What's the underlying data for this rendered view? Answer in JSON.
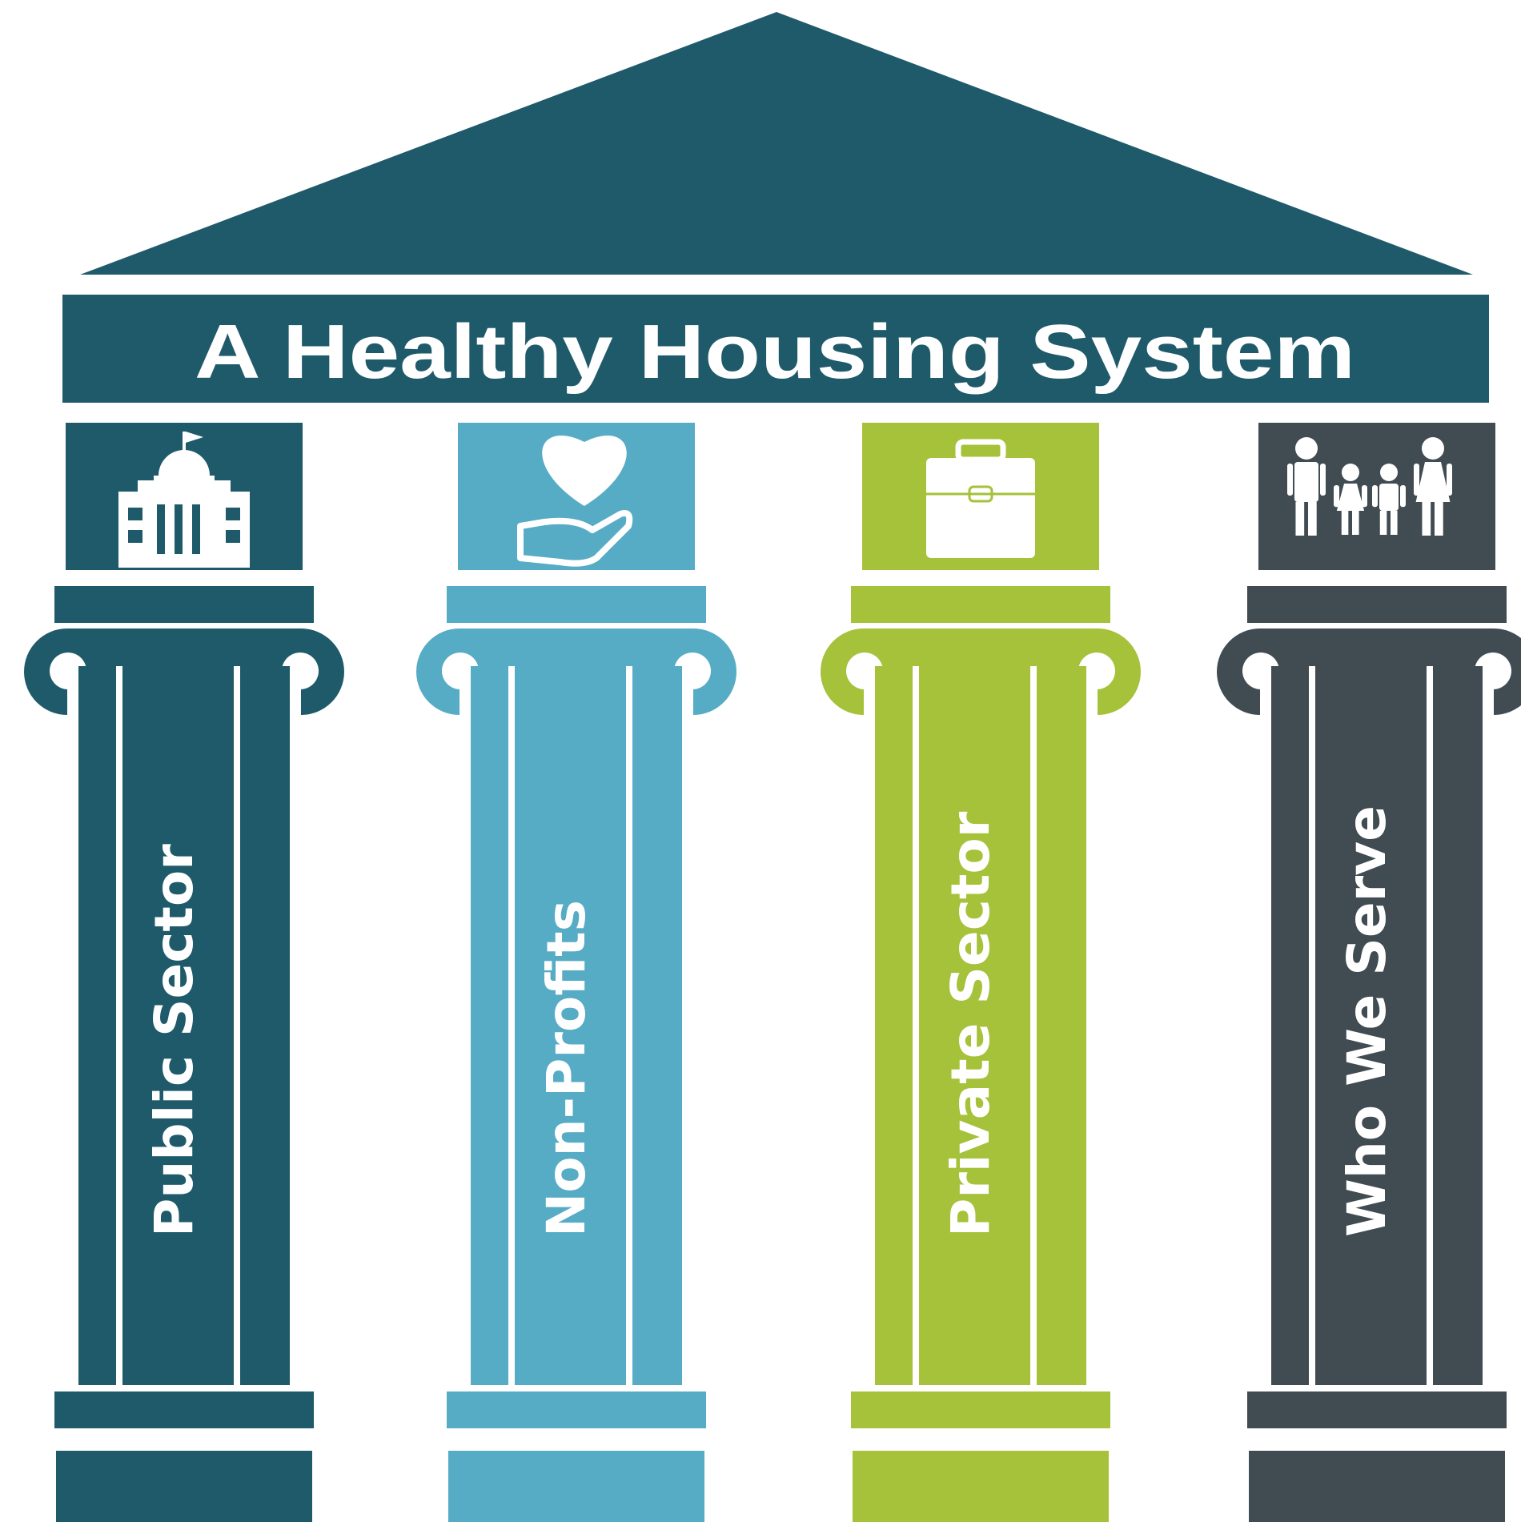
{
  "title": "A Healthy Housing System",
  "colors": {
    "roof": "#1f5a6b",
    "background": "#ffffff",
    "text": "#ffffff"
  },
  "pillars": [
    {
      "label": "Public Sector",
      "icon": "government-building-icon",
      "color": "#1f5a6b"
    },
    {
      "label": "Non-Profits",
      "icon": "heart-in-hand-icon",
      "color": "#56abc5"
    },
    {
      "label": "Private Sector",
      "icon": "briefcase-icon",
      "color": "#a6c13a"
    },
    {
      "label": "Who We Serve",
      "icon": "family-icon",
      "color": "#414b52"
    }
  ]
}
